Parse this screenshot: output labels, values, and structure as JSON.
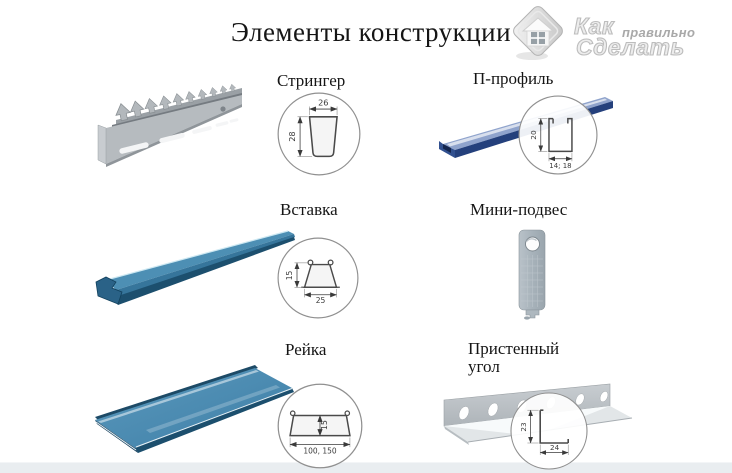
{
  "header": {
    "title": "Элементы конструкции",
    "logo": {
      "icon": "house-in-diamond-icon",
      "word1": "Как",
      "word2": "правильно",
      "word3": "Сделать"
    }
  },
  "items": [
    {
      "id": "stringer",
      "label": "Стрингер",
      "dim_w": "26",
      "dim_h": "28"
    },
    {
      "id": "p-profile",
      "label": "П-профиль",
      "dim_w": "14; 18",
      "dim_h": "20"
    },
    {
      "id": "insert",
      "label": "Вставка",
      "dim_w": "25",
      "dim_h": "15"
    },
    {
      "id": "mini-hanger",
      "label": "Мини-подвес"
    },
    {
      "id": "rail",
      "label": "Рейка",
      "dim_w": "100, 150",
      "dim_h": "15"
    },
    {
      "id": "wall-angle",
      "label": "Пристенный угол",
      "dim_w": "24",
      "dim_h": "23"
    }
  ],
  "colors": {
    "profile_blue": "#4d8fb4",
    "profile_navy": "#24407c",
    "metal_gray": "#b2b7bb",
    "diagram_line": "#4a4a4a",
    "watermark_gray": "#c9c9c9",
    "footer_strip": "#e9edf0"
  }
}
